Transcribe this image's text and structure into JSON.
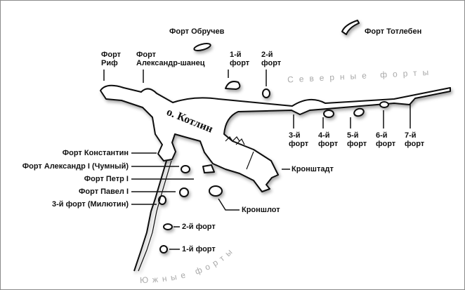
{
  "island": "о. Котлин",
  "groups": {
    "north": "Северные форты",
    "south": "Южные форты"
  },
  "north_labels": {
    "obruchev": "Форт Обручев",
    "totleben": "Форт Тотлебен",
    "rif": [
      "Форт",
      "Риф"
    ],
    "shanets": [
      "Форт",
      "Александр-шанец"
    ],
    "f1": [
      "1-й",
      "форт"
    ],
    "f2": [
      "2-й",
      "форт"
    ],
    "f3": [
      "3-й",
      "форт"
    ],
    "f4": [
      "4-й",
      "форт"
    ],
    "f5": [
      "5-й",
      "форт"
    ],
    "f6": [
      "6-й",
      "форт"
    ],
    "f7": [
      "7-й",
      "форт"
    ]
  },
  "south_labels": {
    "konstantin": "Форт Константин",
    "alexander": "Форт Александр I (Чумный)",
    "petr": "Форт Петр I",
    "pavel": "Форт Павел I",
    "milyutin": "3-й форт (Милютин)",
    "kronshtadt": "Кронштадт",
    "kronshlot": "Кроншлот",
    "s2": "2-й форт",
    "s1": "1-й форт"
  }
}
